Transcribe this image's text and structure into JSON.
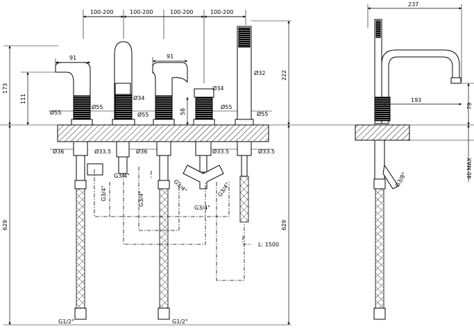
{
  "front_view": {
    "spacing_labels": [
      "100-200",
      "100-200",
      "100-200",
      "100-200"
    ],
    "handle_width_left": "91",
    "handle_width_right": "91",
    "height_173": "173",
    "height_111": "111",
    "dia_55_a": "Ø55",
    "dia_55_b": "Ø55",
    "dia_55_c": "Ø55",
    "dia_55_d": "Ø55",
    "dia_55_e": "Ø55",
    "dia_34_spout": "Ø34",
    "dia_34_diverter": "Ø34",
    "dia_32_shower": "Ø32",
    "height_58": "58",
    "height_222": "222",
    "dia_36_left": "Ø36",
    "dia_33_5_left": "Ø33.5",
    "dia_36_mid": "Ø36",
    "dia_33_5_mid": "Ø33.5",
    "dia_33_5_right": "Ø33.5",
    "g34_a": "G3/4\"",
    "g34_b": "G3/4\"",
    "g34_c": "G3/4\"",
    "g34_d": "G3/4\"",
    "g34_e": "G3/4\"",
    "g34_f": "G3/4\"",
    "hose_length": "L: 1500",
    "height_629_left": "629",
    "height_629_right": "629",
    "g12_left": "G1/2\"",
    "g12_right": "G1/2\""
  },
  "side_view": {
    "width_237": "237",
    "reach_193": "193",
    "height_79": "79",
    "max_label": "40 MAX",
    "g38": "G3/8\""
  }
}
